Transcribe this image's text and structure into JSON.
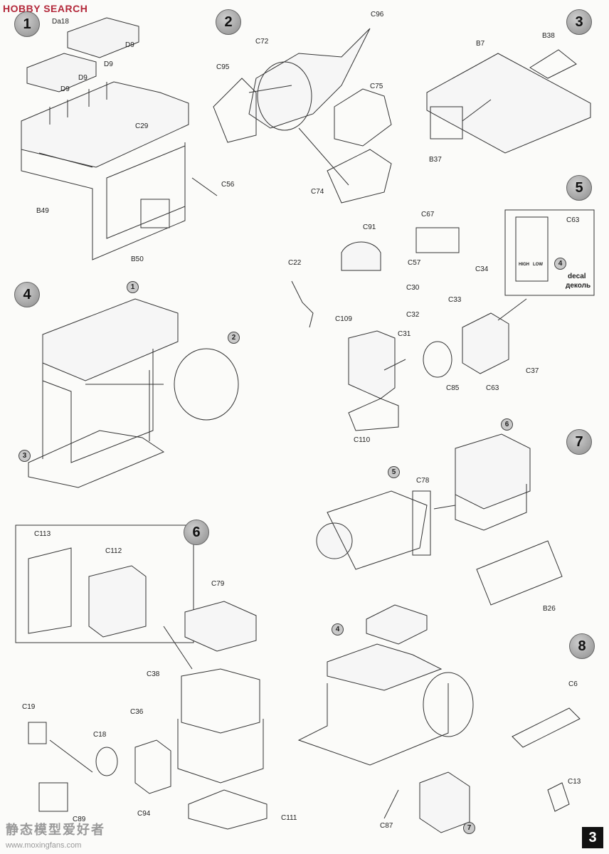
{
  "header": {
    "logo": "HOBBY SEARCH"
  },
  "steps": [
    "1",
    "2",
    "3",
    "4",
    "5",
    "6",
    "7",
    "8"
  ],
  "refs": {
    "r1": "1",
    "r2": "2",
    "r3": "3",
    "r4a": "4",
    "r5": "5",
    "r6": "6",
    "r4b": "4",
    "r7": "7"
  },
  "parts": {
    "da18": "Da18",
    "d9a": "D9",
    "d9b": "D9",
    "d9c": "D9",
    "d9d": "D9",
    "c29": "C29",
    "c56": "C56",
    "b49": "B49",
    "b50": "B50",
    "c96": "C96",
    "c72": "C72",
    "c95": "C95",
    "c75": "C75",
    "c74": "C74",
    "b7": "B7",
    "b38": "B38",
    "b37": "B37",
    "c63a": "C63",
    "c67": "C67",
    "c91": "C91",
    "c22": "C22",
    "c57": "C57",
    "c30": "C30",
    "c32": "C32",
    "c31": "C31",
    "c109": "C109",
    "c34": "C34",
    "c33": "C33",
    "c37": "C37",
    "c85": "C85",
    "c63b": "C63",
    "c110": "C110",
    "c78": "C78",
    "b26": "B26",
    "c113": "C113",
    "c112": "C112",
    "c79": "C79",
    "c38": "C38",
    "c36": "C36",
    "c19": "C19",
    "c18": "C18",
    "c89": "C89",
    "c94": "C94",
    "c111": "C111",
    "c6": "C6",
    "c13": "C13",
    "c87": "C87"
  },
  "decal": {
    "high": "HIGH",
    "low": "LOW",
    "num": "4",
    "en": "decal",
    "ru": "деколь"
  },
  "footer": {
    "page": "3",
    "watermark_cn": "静态模型爱好者",
    "watermark_url": "www.moxingfans.com"
  }
}
